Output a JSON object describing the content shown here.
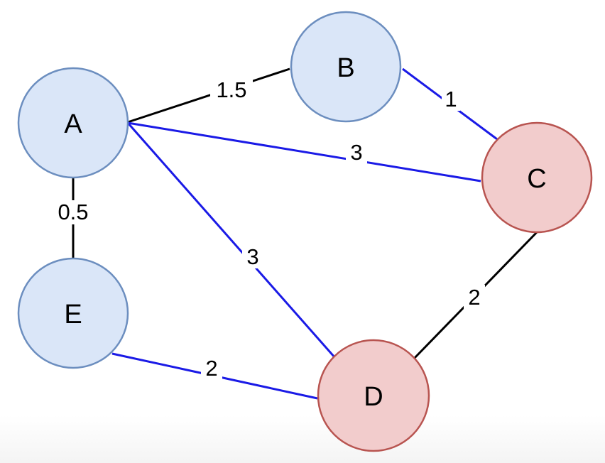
{
  "colors": {
    "highlight_edge": "#1a1ae6",
    "normal_edge": "#000000",
    "blue_fill": "#dae6f8",
    "blue_stroke": "#6c8ebf",
    "red_fill": "#f2cccc",
    "red_stroke": "#b85450"
  },
  "nodes": [
    {
      "id": "A",
      "label": "A",
      "style": "blue"
    },
    {
      "id": "B",
      "label": "B",
      "style": "blue"
    },
    {
      "id": "C",
      "label": "C",
      "style": "red"
    },
    {
      "id": "D",
      "label": "D",
      "style": "red"
    },
    {
      "id": "E",
      "label": "E",
      "style": "blue"
    }
  ],
  "edges": [
    {
      "id": "A-B",
      "from": "A",
      "to": "B",
      "weight": "1.5",
      "highlighted": false
    },
    {
      "id": "B-C",
      "from": "B",
      "to": "C",
      "weight": "1",
      "highlighted": true
    },
    {
      "id": "A-C",
      "from": "A",
      "to": "C",
      "weight": "3",
      "highlighted": true
    },
    {
      "id": "A-D",
      "from": "A",
      "to": "D",
      "weight": "3",
      "highlighted": true
    },
    {
      "id": "A-E",
      "from": "A",
      "to": "E",
      "weight": "0.5",
      "highlighted": false
    },
    {
      "id": "E-D",
      "from": "E",
      "to": "D",
      "weight": "2",
      "highlighted": true
    },
    {
      "id": "C-D",
      "from": "C",
      "to": "D",
      "weight": "2",
      "highlighted": false
    }
  ]
}
